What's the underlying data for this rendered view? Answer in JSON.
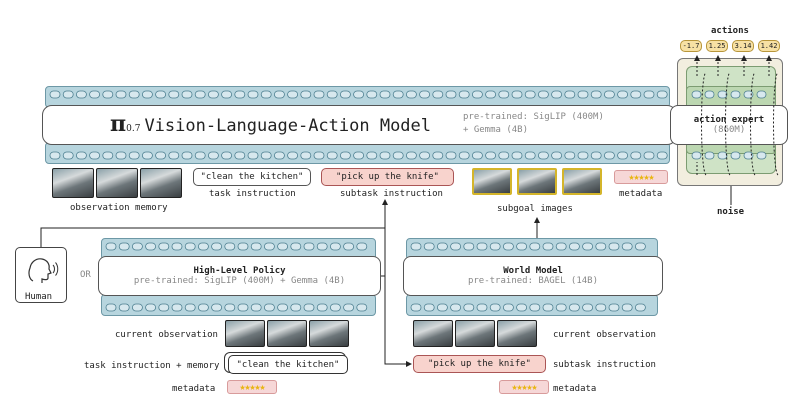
{
  "vla": {
    "pi": "π",
    "pi_sub": "0.7",
    "title": "Vision-Language-Action Model",
    "pretrained_line1": "pre-trained: SigLIP (400M)",
    "pretrained_line2": "+ Gemma (4B)"
  },
  "action_expert": {
    "title": "action expert",
    "params": "(860M)"
  },
  "actions": {
    "label": "actions",
    "values": [
      "-1.7",
      "1.25",
      "3.14",
      "1.42"
    ]
  },
  "noise_label": "noise",
  "inputs_row": {
    "observation_memory": "observation memory",
    "task_instruction_text": "\"clean the kitchen\"",
    "task_instruction_label": "task instruction",
    "subtask_text": "\"pick up the knife\"",
    "subtask_label": "subtask instruction",
    "subgoal_label": "subgoal images",
    "metadata_label": "metadata",
    "stars": "★★★★★"
  },
  "human": {
    "label": "Human",
    "or": "OR"
  },
  "high_level_policy": {
    "title": "High-Level Policy",
    "pretrained": "pre-trained: SigLIP (400M) + Gemma (4B)",
    "current_observation": "current observation",
    "task_memory_label": "task instruction + memory",
    "task_memory_text": "\"clean the kitchen\"",
    "metadata_label": "metadata",
    "stars": "★★★★★"
  },
  "world_model": {
    "title": "World Model",
    "pretrained": "pre-trained: BAGEL (14B)",
    "current_observation": "current observation",
    "subtask_text": "\"pick up the knife\"",
    "subtask_label": "subtask instruction",
    "metadata_label": "metadata",
    "stars": "★★★★★"
  }
}
